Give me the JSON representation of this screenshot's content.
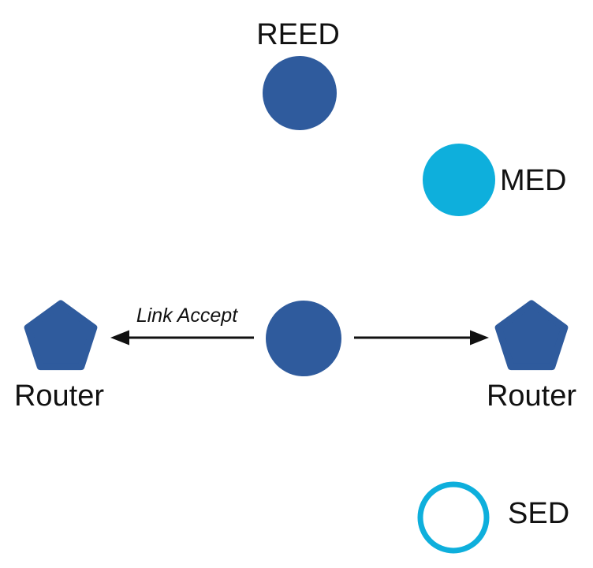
{
  "diagram": {
    "background": "#ffffff",
    "colors": {
      "node_blue": "#2F5B9D",
      "node_cyan": "#0EAFDC",
      "line_black": "#111111",
      "label_color": "#111111"
    },
    "nodes": [
      {
        "id": "reed",
        "label": "REED",
        "shape": "circle",
        "style": "filled-blue"
      },
      {
        "id": "med",
        "label": "MED",
        "shape": "circle",
        "style": "filled-cyan"
      },
      {
        "id": "center-node",
        "label": "",
        "shape": "circle",
        "style": "filled-blue"
      },
      {
        "id": "router-left",
        "label": "Router",
        "shape": "pentagon",
        "style": "filled-blue"
      },
      {
        "id": "router-right",
        "label": "Router",
        "shape": "pentagon",
        "style": "filled-blue"
      },
      {
        "id": "sed",
        "label": "SED",
        "shape": "circle",
        "style": "outline-cyan"
      }
    ],
    "edges": [
      {
        "id": "left-arrow",
        "label": "Link Accept",
        "from": "center-node",
        "to": "router-left"
      },
      {
        "id": "right-arrow",
        "label": "",
        "from": "center-node",
        "to": "router-right"
      }
    ]
  }
}
